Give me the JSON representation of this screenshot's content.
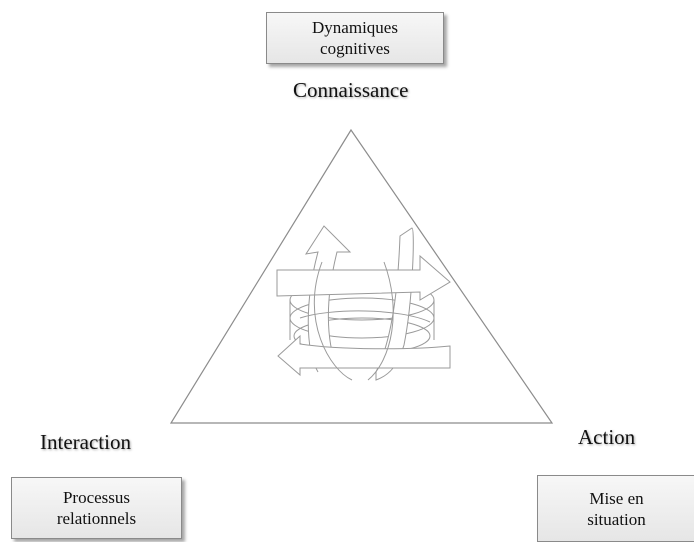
{
  "boxes": {
    "top": [
      "Dynamiques",
      "cognitives"
    ],
    "left": [
      "Processus",
      "relationnels"
    ],
    "right": [
      "Mise en",
      "situation"
    ]
  },
  "labels": {
    "top": "Connaissance",
    "left": "Interaction",
    "right": "Action"
  },
  "colors": {
    "stroke": "#8c8c8c",
    "box_fill": "#ececec"
  },
  "icons": [
    "spiral-arrows-icon"
  ]
}
